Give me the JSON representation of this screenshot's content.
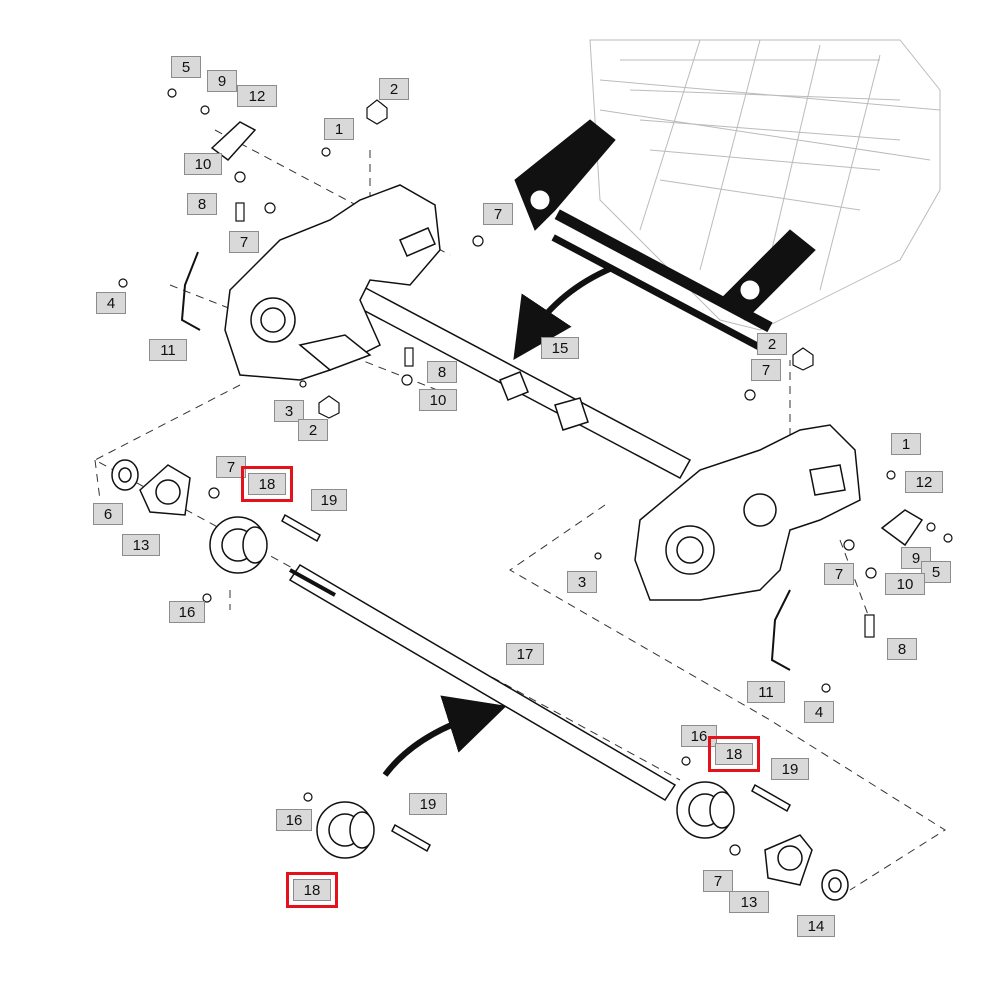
{
  "diagram": {
    "highlight_color": "#e3121b",
    "callouts": [
      {
        "label": "5",
        "highlighted": false
      },
      {
        "label": "9",
        "highlighted": false
      },
      {
        "label": "12",
        "highlighted": false
      },
      {
        "label": "2",
        "highlighted": false
      },
      {
        "label": "1",
        "highlighted": false
      },
      {
        "label": "10",
        "highlighted": false
      },
      {
        "label": "8",
        "highlighted": false
      },
      {
        "label": "7",
        "highlighted": false
      },
      {
        "label": "7",
        "highlighted": false
      },
      {
        "label": "4",
        "highlighted": false
      },
      {
        "label": "11",
        "highlighted": false
      },
      {
        "label": "15",
        "highlighted": false
      },
      {
        "label": "8",
        "highlighted": false
      },
      {
        "label": "10",
        "highlighted": false
      },
      {
        "label": "3",
        "highlighted": false
      },
      {
        "label": "2",
        "highlighted": false
      },
      {
        "label": "2",
        "highlighted": false
      },
      {
        "label": "7",
        "highlighted": false
      },
      {
        "label": "1",
        "highlighted": false
      },
      {
        "label": "12",
        "highlighted": false
      },
      {
        "label": "7",
        "highlighted": false
      },
      {
        "label": "18",
        "highlighted": true
      },
      {
        "label": "19",
        "highlighted": false
      },
      {
        "label": "6",
        "highlighted": false
      },
      {
        "label": "13",
        "highlighted": false
      },
      {
        "label": "16",
        "highlighted": false
      },
      {
        "label": "3",
        "highlighted": false
      },
      {
        "label": "9",
        "highlighted": false
      },
      {
        "label": "5",
        "highlighted": false
      },
      {
        "label": "7",
        "highlighted": false
      },
      {
        "label": "10",
        "highlighted": false
      },
      {
        "label": "8",
        "highlighted": false
      },
      {
        "label": "17",
        "highlighted": false
      },
      {
        "label": "11",
        "highlighted": false
      },
      {
        "label": "4",
        "highlighted": false
      },
      {
        "label": "16",
        "highlighted": false
      },
      {
        "label": "18",
        "highlighted": true
      },
      {
        "label": "19",
        "highlighted": false
      },
      {
        "label": "16",
        "highlighted": false
      },
      {
        "label": "19",
        "highlighted": false
      },
      {
        "label": "18",
        "highlighted": true
      },
      {
        "label": "7",
        "highlighted": false
      },
      {
        "label": "13",
        "highlighted": false
      },
      {
        "label": "14",
        "highlighted": false
      }
    ]
  }
}
